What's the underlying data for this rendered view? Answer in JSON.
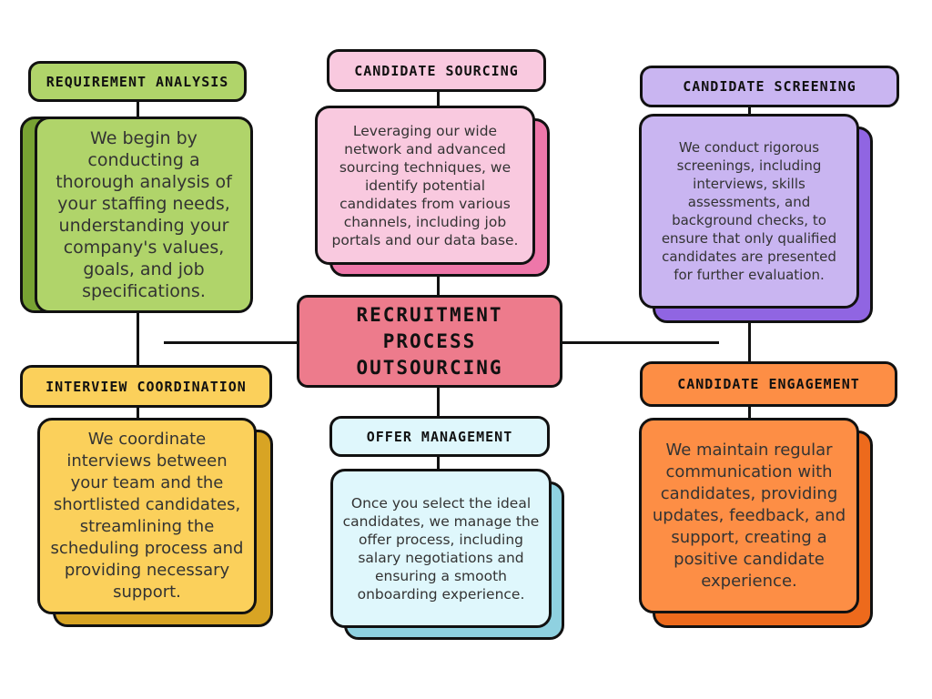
{
  "center": {
    "title": "RECRUITMENT PROCESS OUTSOURCING",
    "color": "#ed7b8c"
  },
  "nodes": {
    "requirement": {
      "label": "REQUIREMENT ANALYSIS",
      "text": "We begin by conducting a thorough analysis of your staffing needs, understanding your company's values, goals, and job specifications.",
      "fill": "#b0d46a",
      "shadow": "#78a333"
    },
    "sourcing": {
      "label": "CANDIDATE SOURCING",
      "text": "Leveraging our wide network and advanced sourcing techniques, we identify potential candidates from various channels, including job portals and our data base.",
      "fill": "#f9c9df",
      "shadow": "#ee77a9"
    },
    "screening": {
      "label": "CANDIDATE SCREENING",
      "text": "We conduct rigorous screenings, including interviews, skills assessments, and background checks, to ensure that only qualified candidates are presented for further evaluation.",
      "fill": "#c9b5f1",
      "shadow": "#9065e2"
    },
    "interview": {
      "label": "INTERVIEW COORDINATION",
      "text": "We coordinate interviews between your team and the shortlisted candidates, streamlining the scheduling process and providing necessary support.",
      "fill": "#fbd05b",
      "shadow": "#d8a424"
    },
    "offer": {
      "label": "OFFER MANAGEMENT",
      "text": "Once you select the ideal candidates, we manage the offer process, including salary negotiations and ensuring a smooth onboarding experience.",
      "fill": "#dff7fc",
      "shadow": "#8fd1e0"
    },
    "engagement": {
      "label": "CANDIDATE ENGAGEMENT",
      "text": "We maintain regular communication with candidates, providing updates, feedback, and support, creating a positive candidate experience.",
      "fill": "#fd8e45",
      "shadow": "#ed6a1c"
    }
  }
}
